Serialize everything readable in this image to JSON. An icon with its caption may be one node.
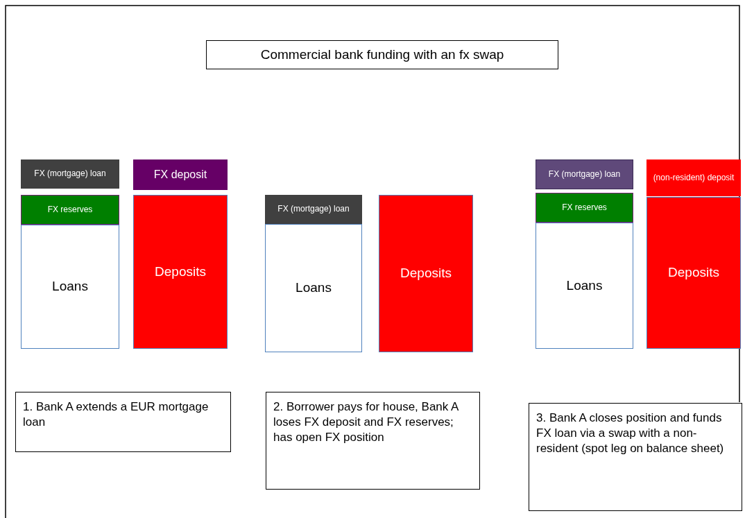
{
  "diagram": {
    "title": "Commercial bank funding with an fx swap",
    "nodes": [
      {
        "text": [
          "FX (mortgage) loan"
        ]
      },
      {
        "text": [
          "FX deposit"
        ]
      },
      {
        "text": [
          "FX reserves"
        ]
      },
      {
        "text": [
          "Loans"
        ]
      },
      {
        "text": [
          "Deposits"
        ]
      },
      {
        "text": [
          "FX (mortgage) loan"
        ]
      },
      {
        "text": [
          "Loans"
        ]
      },
      {
        "text": [
          "Deposits"
        ]
      },
      {
        "text": [
          "FX (mortgage) loan"
        ]
      },
      {
        "text": [
          "(non-resident) deposit"
        ]
      },
      {
        "text": [
          "FX reserves"
        ]
      },
      {
        "text": [
          "Loans"
        ]
      },
      {
        "text": [
          "Deposits"
        ]
      },
      {
        "text": [
          "1. Bank A extends a EUR mortgage loan"
        ]
      },
      {
        "text": [
          "2. Borrower pays for house, Bank A loses FX deposit and FX reserves; has open FX position"
        ]
      },
      {
        "text": [
          "3. Bank A closes position and funds FX loan via a swap with a non-resident (spot leg on balance sheet)"
        ]
      }
    ],
    "edges": []
  }
}
